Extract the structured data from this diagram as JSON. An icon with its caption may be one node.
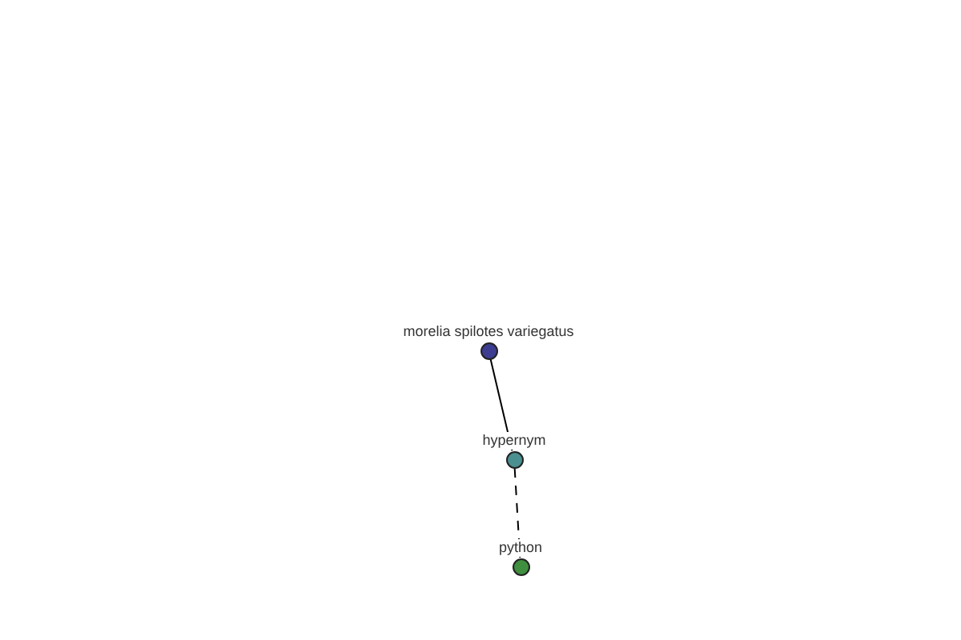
{
  "diagram": {
    "nodes": [
      {
        "text": [],
        "shape": "circle",
        "beside": [
          "morelia spilotes variegatus"
        ]
      },
      {
        "text": [],
        "shape": "circle",
        "beside": [
          "hypernym"
        ]
      },
      {
        "text": [],
        "shape": "circle",
        "beside": [
          "python"
        ]
      }
    ],
    "edges": [
      {
        "from": 0,
        "to": 1,
        "arrow": "none"
      },
      {
        "from": 1,
        "to": 2,
        "arrow": "none",
        "style": "dashed"
      }
    ]
  }
}
